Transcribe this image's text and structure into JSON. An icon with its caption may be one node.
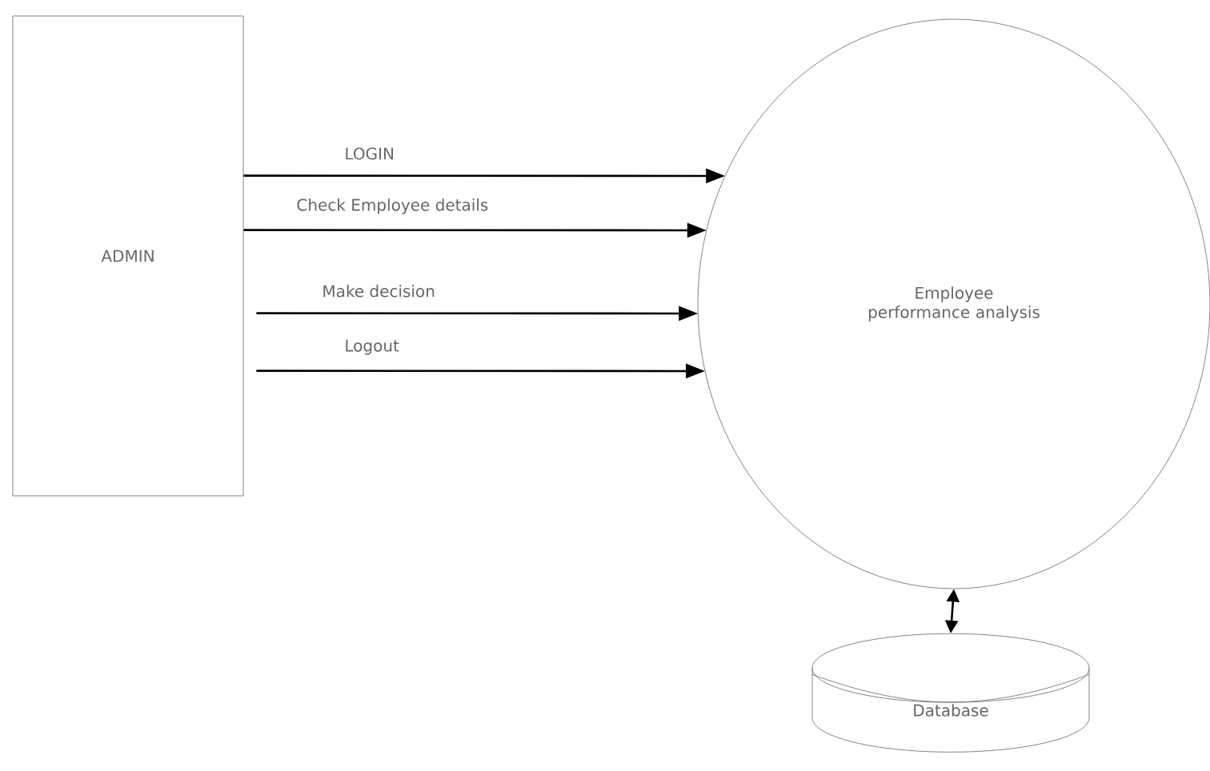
{
  "diagram": {
    "nodes": [
      {
        "text": [
          "ADMIN"
        ]
      },
      {
        "text": [
          "Employee performance analysis"
        ]
      },
      {
        "text": [
          "Database"
        ]
      }
    ],
    "edges": [
      {
        "from": 0,
        "to": 1,
        "arrow": "to",
        "label": "LOGIN"
      },
      {
        "from": 0,
        "to": 1,
        "arrow": "to",
        "label": "Check Employee details"
      },
      {
        "from": 0,
        "to": 1,
        "arrow": "to",
        "label": "Make decision"
      },
      {
        "from": 0,
        "to": 1,
        "arrow": "to",
        "label": "Logout"
      },
      {
        "from": 1,
        "to": 2,
        "arrow": "both"
      }
    ]
  }
}
